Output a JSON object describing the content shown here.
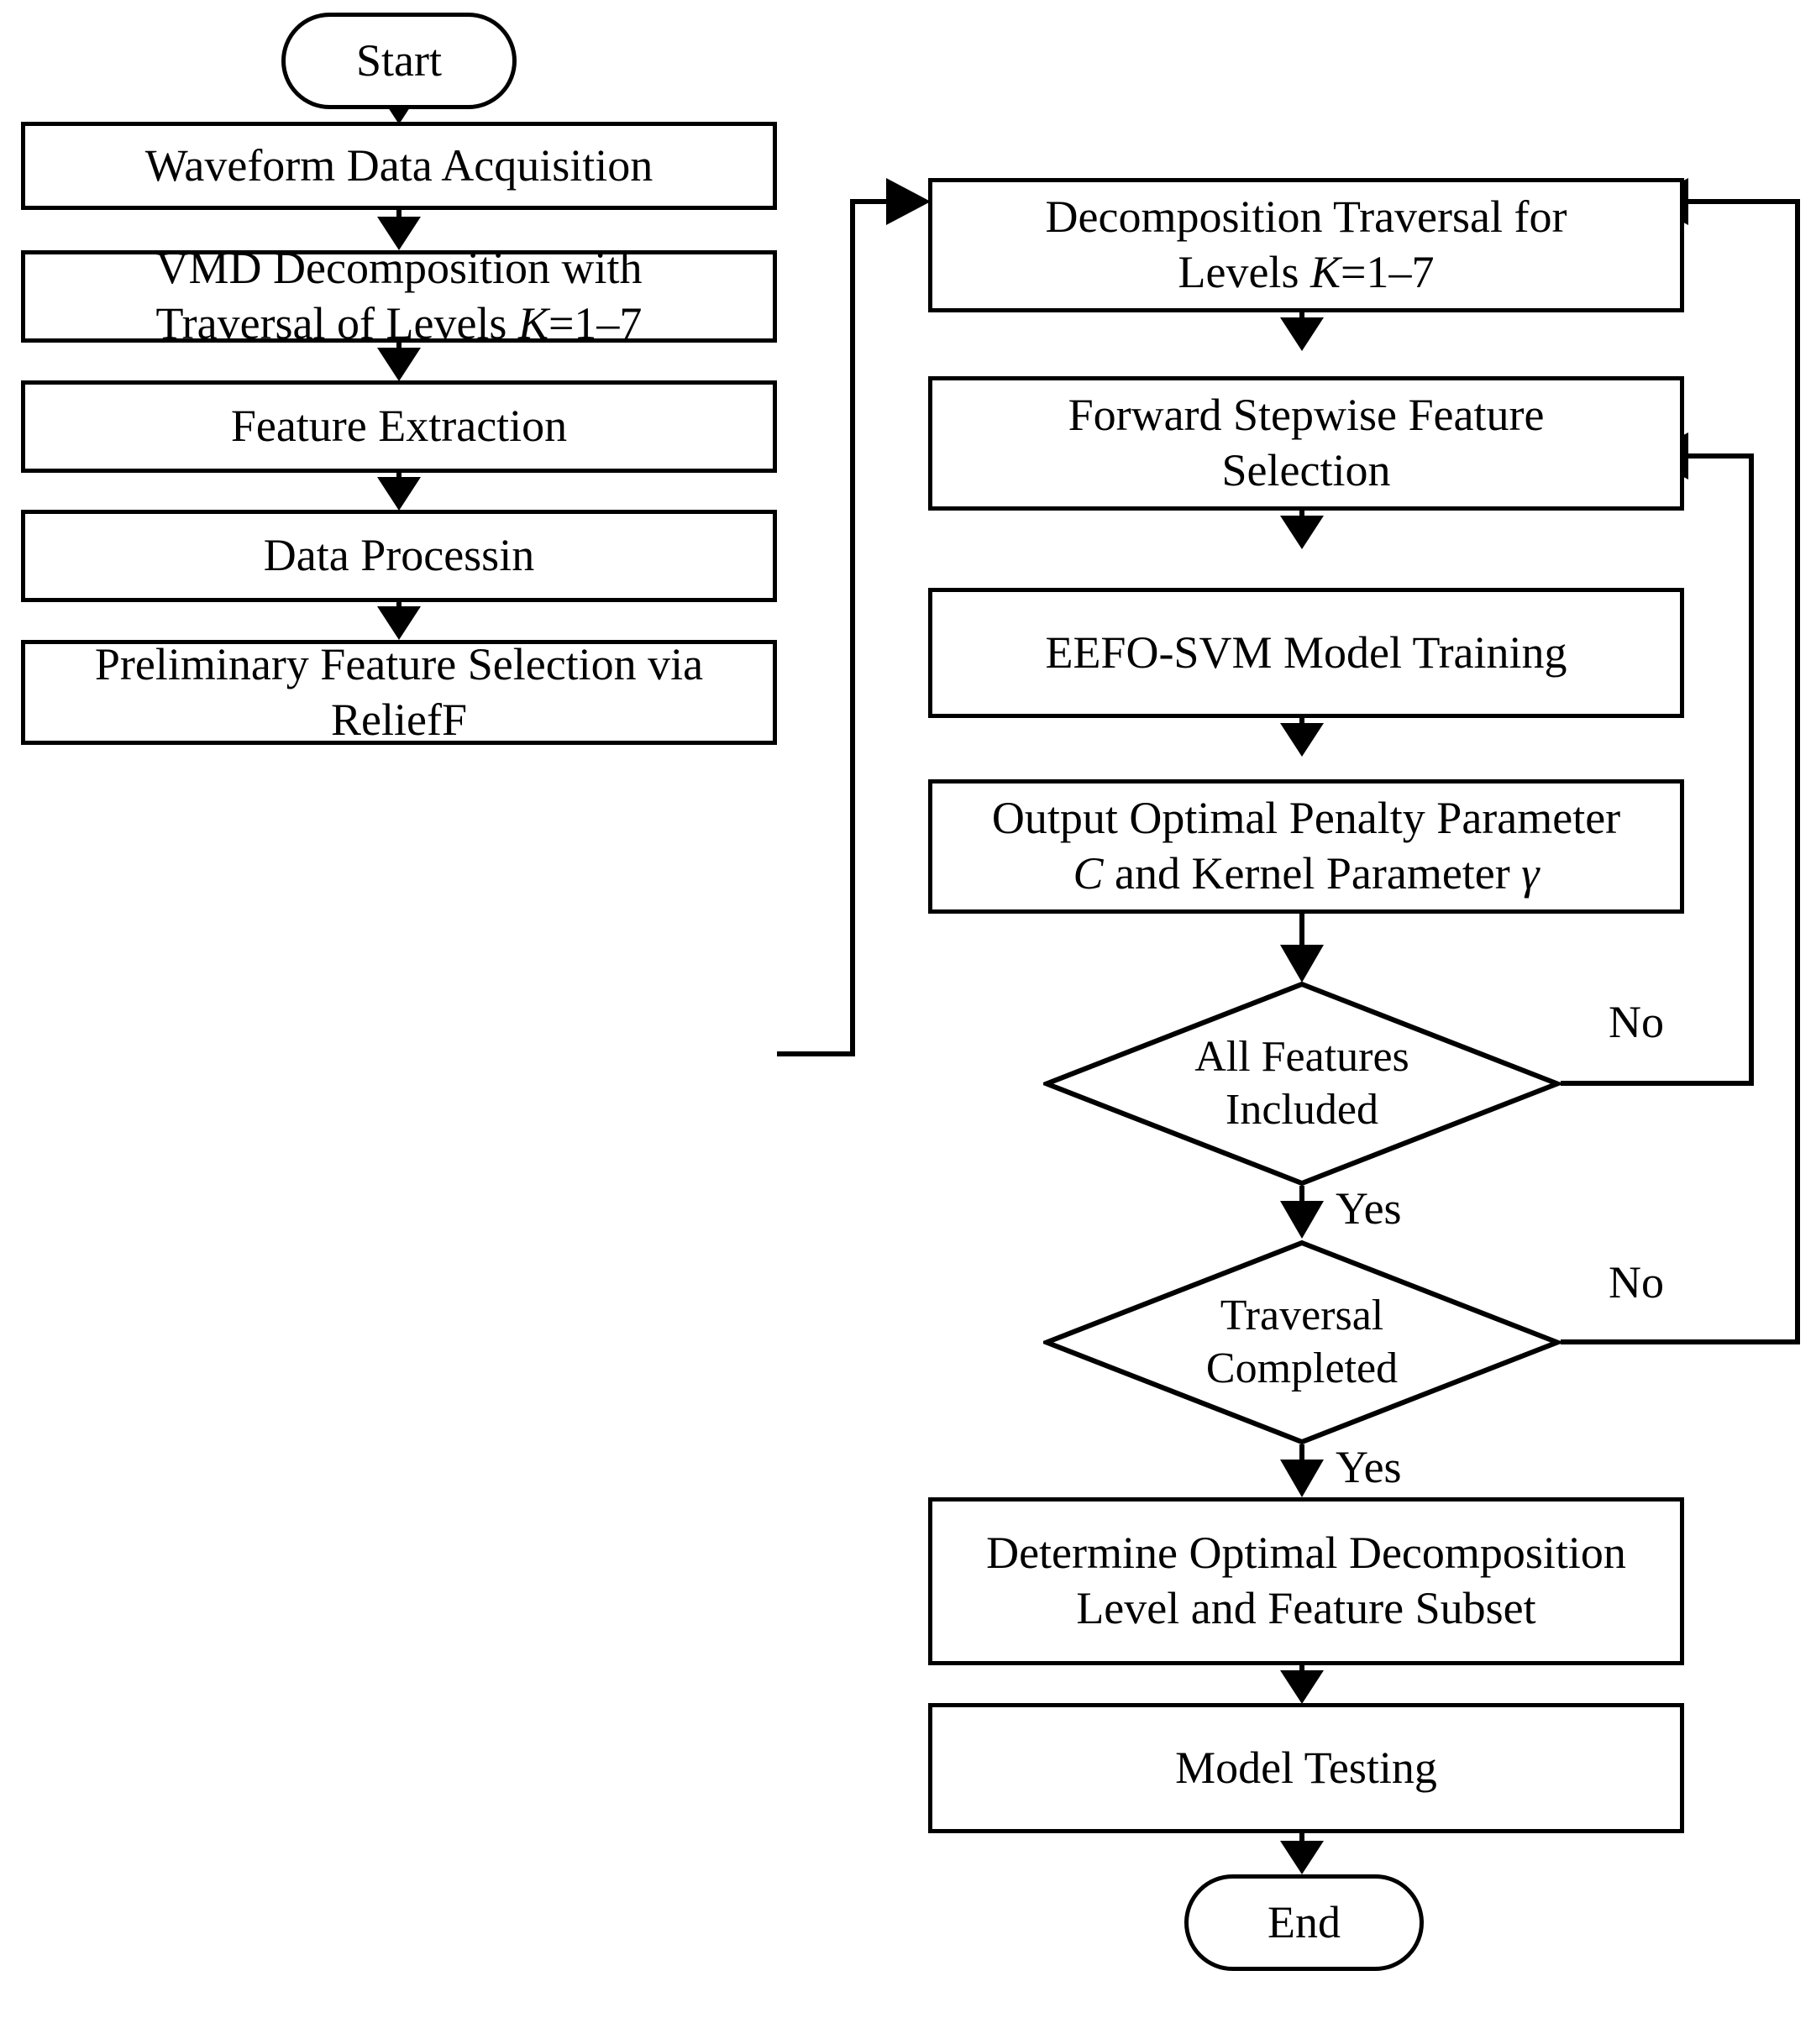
{
  "diagram": {
    "title": "EEFO-SVM waveform classification workflow flowchart",
    "stroke_color": "#000000",
    "background_color": "#ffffff",
    "nodes": {
      "start": {
        "label": "Start",
        "shape": "terminator"
      },
      "waveform_acquisition": {
        "label": "Waveform Data Acquisition",
        "shape": "process"
      },
      "vmd_decomposition": {
        "label": "VMD Decomposition with\nTraversal of Levels K=1–7",
        "shape": "process"
      },
      "feature_extraction": {
        "label": "Feature Extraction",
        "shape": "process"
      },
      "data_processing": {
        "label": "Data Processin",
        "shape": "process"
      },
      "preliminary_selection": {
        "label": "Preliminary Feature Selection via\nReliefF",
        "shape": "process"
      },
      "decomposition_traversal": {
        "label": "Decomposition Traversal for\nLevels K=1–7",
        "shape": "process"
      },
      "forward_stepwise": {
        "label": "Forward Stepwise Feature\nSelection",
        "shape": "process"
      },
      "eefo_svm_training": {
        "label": "EEFO-SVM Model Training",
        "shape": "process"
      },
      "output_optimal_params": {
        "label": "Output Optimal Penalty Parameter\nC and Kernel Parameter γ",
        "shape": "process"
      },
      "all_features_included": {
        "label": "All Features\nIncluded",
        "shape": "decision"
      },
      "traversal_completed": {
        "label": "Traversal\nCompleted",
        "shape": "decision"
      },
      "determine_optimal": {
        "label": "Determine Optimal Decomposition\nLevel and Feature Subset",
        "shape": "process"
      },
      "model_testing": {
        "label": "Model Testing",
        "shape": "process"
      },
      "end": {
        "label": "End",
        "shape": "terminator"
      }
    },
    "edge_labels": {
      "all_features_no": "No",
      "all_features_yes": "Yes",
      "traversal_no": "No",
      "traversal_yes": "Yes"
    }
  }
}
